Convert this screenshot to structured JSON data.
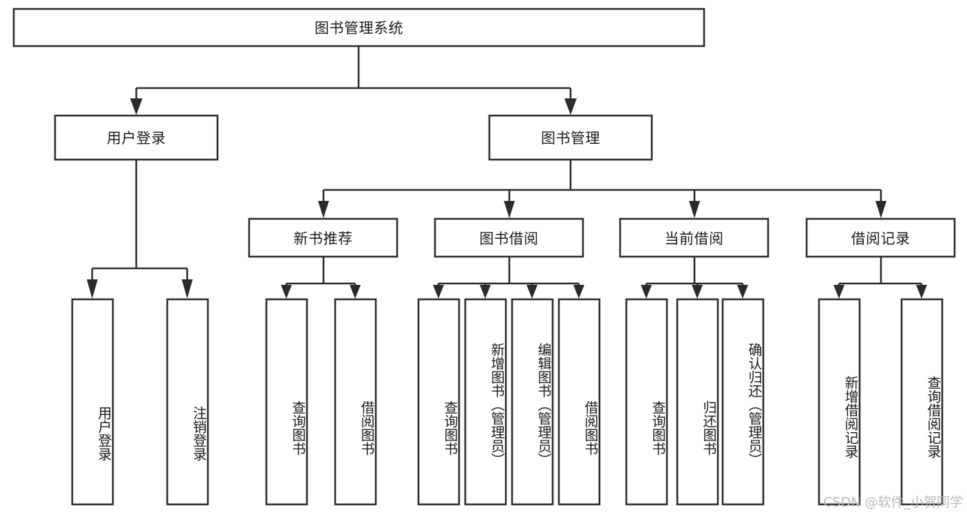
{
  "diagram": {
    "type": "tree-hierarchy",
    "title": "图书管理系统",
    "orientation": "top-down",
    "colors": {
      "box_stroke": "#2b2b2b",
      "box_fill": "#ffffff",
      "text": "#1a1a1a",
      "background": "#ffffff",
      "watermark": "#b9b9b9"
    },
    "root": {
      "label": "图书管理系统"
    },
    "level2": [
      {
        "id": "user-login",
        "label": "用户登录"
      },
      {
        "id": "book-manage",
        "label": "图书管理"
      }
    ],
    "level3": [
      {
        "id": "new-book-recommend",
        "label": "新书推荐"
      },
      {
        "id": "book-borrow",
        "label": "图书借阅"
      },
      {
        "id": "current-borrow",
        "label": "当前借阅"
      },
      {
        "id": "borrow-record",
        "label": "借阅记录"
      }
    ],
    "leaves": {
      "user-login": [
        {
          "id": "leaf-user-login",
          "label": "用户登录"
        },
        {
          "id": "leaf-user-logout",
          "label": "注销登录"
        }
      ],
      "new-book-recommend": [
        {
          "id": "leaf-query-book-1",
          "label": "查询图书"
        },
        {
          "id": "leaf-borrow-book-1",
          "label": "借阅图书"
        }
      ],
      "book-borrow": [
        {
          "id": "leaf-query-book-2",
          "label": "查询图书"
        },
        {
          "id": "leaf-add-book",
          "label": "新增图书（管理员）"
        },
        {
          "id": "leaf-edit-book",
          "label": "编辑图书（管理员）"
        },
        {
          "id": "leaf-borrow-book-2",
          "label": "借阅图书"
        }
      ],
      "current-borrow": [
        {
          "id": "leaf-query-book-3",
          "label": "查询图书"
        },
        {
          "id": "leaf-return-book",
          "label": "归还图书"
        },
        {
          "id": "leaf-confirm-return",
          "label": "确认归还（管理员）"
        }
      ],
      "borrow-record": [
        {
          "id": "leaf-add-record",
          "label": "新增借阅记录"
        },
        {
          "id": "leaf-query-record",
          "label": "查询借阅记录"
        }
      ]
    }
  },
  "watermark": {
    "text": "CSDN @软件_小贺同学"
  }
}
